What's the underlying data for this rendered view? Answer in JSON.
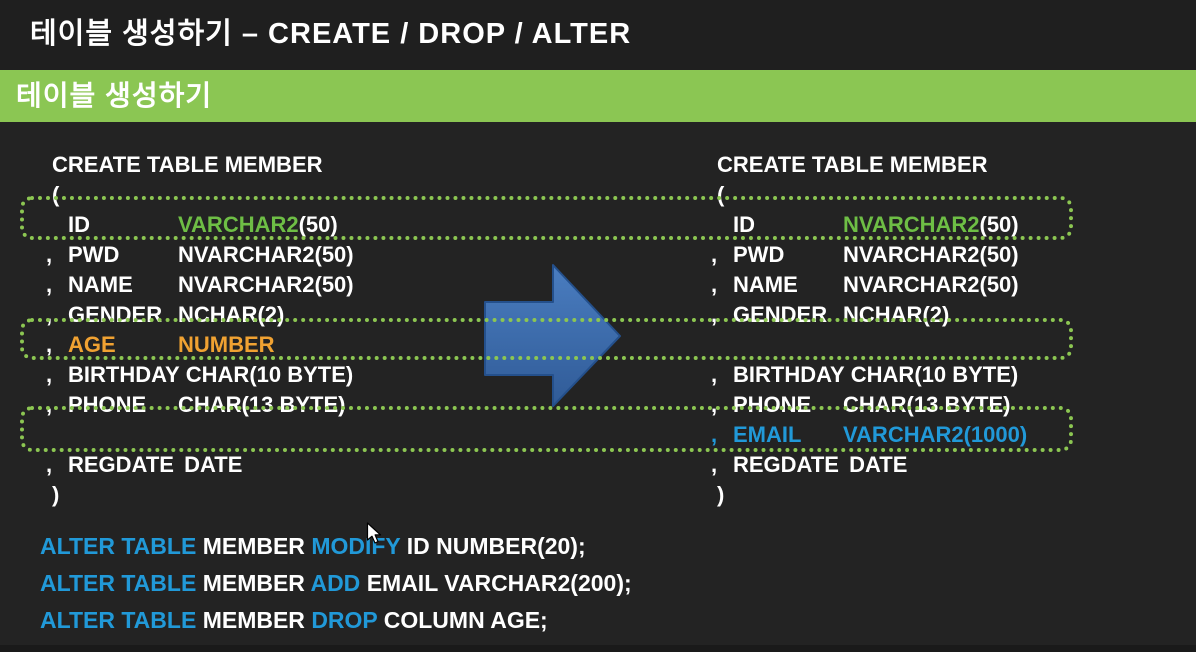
{
  "colors": {
    "background": "#232323",
    "titlebar_bg": "#1F1F1F",
    "banner_green": "#8BC653",
    "dotted_green": "#8CC652",
    "code_green": "#6EBE45",
    "code_orange": "#F0A232",
    "code_blue": "#2199D8",
    "text_white": "#FFFFFF",
    "arrow_fill_top": "#4A7DC0",
    "arrow_fill_bottom": "#305B97",
    "arrow_edge": "#24508C"
  },
  "title_bar": {
    "title": "테이블 생성하기 – CREATE / DROP / ALTER"
  },
  "banner": {
    "label": "테이블 생성하기"
  },
  "left_code": {
    "lines": [
      {
        "kind": "text",
        "text": "CREATE TABLE MEMBER"
      },
      {
        "kind": "text",
        "text": "("
      },
      {
        "kind": "cols",
        "prefix": "",
        "prefix_color": "text_white",
        "name": "ID",
        "name_color": "text_white",
        "segments": [
          {
            "text": "VARCHAR2",
            "color": "code_green"
          },
          {
            "text": "(50)",
            "color": "text_white"
          }
        ]
      },
      {
        "kind": "cols",
        "prefix": ",",
        "prefix_color": "text_white",
        "name": "PWD",
        "name_color": "text_white",
        "segments": [
          {
            "text": "NVARCHAR2(50)",
            "color": "text_white"
          }
        ]
      },
      {
        "kind": "cols",
        "prefix": ",",
        "prefix_color": "text_white",
        "name": "NAME",
        "name_color": "text_white",
        "segments": [
          {
            "text": "NVARCHAR2(50)",
            "color": "text_white"
          }
        ]
      },
      {
        "kind": "cols",
        "prefix": ",",
        "prefix_color": "text_white",
        "name": "GENDER",
        "name_color": "text_white",
        "segments": [
          {
            "text": "NCHAR(2)",
            "color": "text_white"
          }
        ]
      },
      {
        "kind": "cols",
        "prefix": ",",
        "prefix_color": "text_white",
        "name": "AGE",
        "name_color": "code_orange",
        "segments": [
          {
            "text": "NUMBER",
            "color": "code_orange"
          }
        ]
      },
      {
        "kind": "cols",
        "prefix": ",",
        "prefix_color": "text_white",
        "name": "BIRTHDAY",
        "name_color": "text_white",
        "segments": [
          {
            "text": " CHAR(10 BYTE)",
            "color": "text_white"
          }
        ]
      },
      {
        "kind": "cols",
        "prefix": ",",
        "prefix_color": "text_white",
        "name": "PHONE",
        "name_color": "text_white",
        "segments": [
          {
            "text": "CHAR(13 BYTE)",
            "color": "text_white"
          }
        ]
      },
      {
        "kind": "blank"
      },
      {
        "kind": "cols",
        "prefix": ",",
        "prefix_color": "text_white",
        "name": "REGDATE",
        "name_color": "text_white",
        "segments": [
          {
            "text": " DATE",
            "color": "text_white"
          }
        ]
      },
      {
        "kind": "text",
        "text": ")"
      }
    ]
  },
  "right_code": {
    "lines": [
      {
        "kind": "text",
        "text": "CREATE TABLE MEMBER"
      },
      {
        "kind": "text",
        "text": "("
      },
      {
        "kind": "cols",
        "prefix": "",
        "prefix_color": "text_white",
        "name": "ID",
        "name_color": "text_white",
        "segments": [
          {
            "text": "NVARCHAR2",
            "color": "code_green"
          },
          {
            "text": "(50)",
            "color": "text_white"
          }
        ]
      },
      {
        "kind": "cols",
        "prefix": ",",
        "prefix_color": "text_white",
        "name": "PWD",
        "name_color": "text_white",
        "segments": [
          {
            "text": "NVARCHAR2(50)",
            "color": "text_white"
          }
        ]
      },
      {
        "kind": "cols",
        "prefix": ",",
        "prefix_color": "text_white",
        "name": "NAME",
        "name_color": "text_white",
        "segments": [
          {
            "text": "NVARCHAR2(50)",
            "color": "text_white"
          }
        ]
      },
      {
        "kind": "cols",
        "prefix": ",",
        "prefix_color": "text_white",
        "name": "GENDER",
        "name_color": "text_white",
        "segments": [
          {
            "text": "NCHAR(2)",
            "color": "text_white"
          }
        ]
      },
      {
        "kind": "blank"
      },
      {
        "kind": "cols",
        "prefix": ",",
        "prefix_color": "text_white",
        "name": "BIRTHDAY",
        "name_color": "text_white",
        "segments": [
          {
            "text": " CHAR(10 BYTE)",
            "color": "text_white"
          }
        ]
      },
      {
        "kind": "cols",
        "prefix": ",",
        "prefix_color": "text_white",
        "name": "PHONE",
        "name_color": "text_white",
        "segments": [
          {
            "text": "CHAR(13 BYTE)",
            "color": "text_white"
          }
        ]
      },
      {
        "kind": "cols",
        "prefix": ",",
        "prefix_color": "code_blue",
        "name": "EMAIL",
        "name_color": "code_blue",
        "segments": [
          {
            "text": "VARCHAR2(1000)",
            "color": "code_blue"
          }
        ]
      },
      {
        "kind": "cols",
        "prefix": ",",
        "prefix_color": "text_white",
        "name": "REGDATE",
        "name_color": "text_white",
        "segments": [
          {
            "text": " DATE",
            "color": "text_white"
          }
        ]
      },
      {
        "kind": "text",
        "text": ")"
      }
    ]
  },
  "alter_statements": [
    {
      "segments": [
        {
          "text": "ALTER TABLE ",
          "color": "code_blue"
        },
        {
          "text": "MEMBER ",
          "color": "text_white"
        },
        {
          "text": "MODIFY ",
          "color": "code_blue"
        },
        {
          "text": "ID NUMBER(20);",
          "color": "text_white"
        }
      ]
    },
    {
      "segments": [
        {
          "text": "ALTER TABLE ",
          "color": "code_blue"
        },
        {
          "text": "MEMBER ",
          "color": "text_white"
        },
        {
          "text": "ADD ",
          "color": "code_blue"
        },
        {
          "text": "EMAIL VARCHAR2(200);",
          "color": "text_white"
        }
      ]
    },
    {
      "segments": [
        {
          "text": "ALTER TABLE ",
          "color": "code_blue"
        },
        {
          "text": "MEMBER ",
          "color": "text_white"
        },
        {
          "text": "DROP ",
          "color": "code_blue"
        },
        {
          "text": "COLUMN AGE;",
          "color": "text_white"
        }
      ]
    }
  ]
}
